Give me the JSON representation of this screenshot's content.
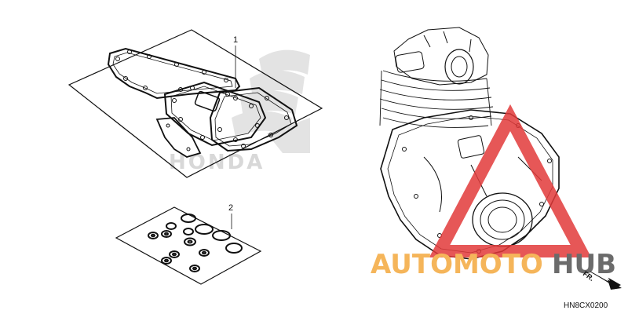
{
  "callouts": {
    "part_1": "1",
    "part_2": "2"
  },
  "diagram_code": "HN8CX0200",
  "direction_label": "FR.",
  "watermark": {
    "brand_light": "AUTOMOTO",
    "brand_dark": "HUB",
    "background_logo_text": "HONDA",
    "colors": {
      "triangle": "#e23a3a",
      "brand_light": "#f5b55a",
      "brand_dark": "#6b6b6b"
    }
  }
}
